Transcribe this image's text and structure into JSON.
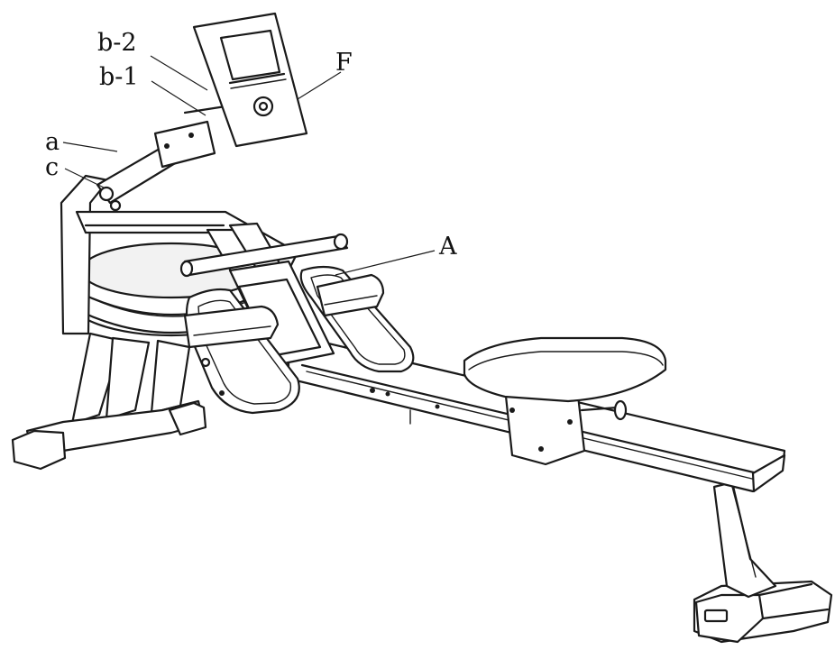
{
  "labels": {
    "b2": "b-2",
    "b1": "b-1",
    "a": "a",
    "c": "c",
    "f": "F",
    "mark_a": "A"
  }
}
